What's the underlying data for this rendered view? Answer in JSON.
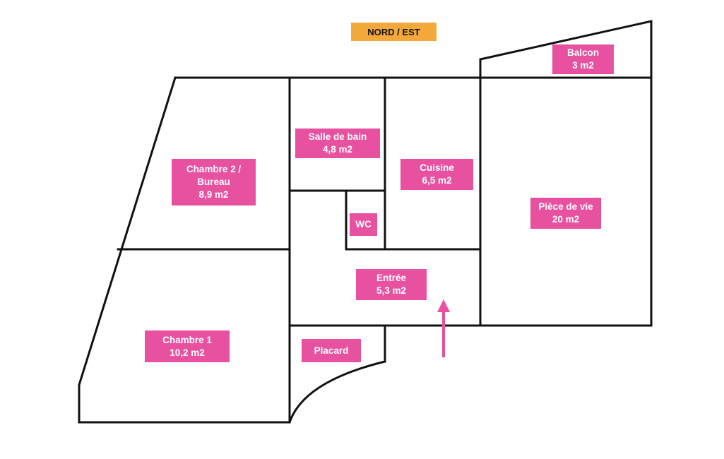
{
  "colors": {
    "label_bg": "#e8519f",
    "orientation_bg": "#f2a83b",
    "walls": "#111111",
    "entry_arrow": "#e8519f"
  },
  "orientation": {
    "text": "NORD / EST"
  },
  "rooms": {
    "balcon": {
      "name": "Balcon",
      "area": "3 m2"
    },
    "salle_de_bain": {
      "name": "Salle de bain",
      "area": "4,8 m2"
    },
    "chambre_2": {
      "name_line1": "Chambre 2 /",
      "name_line2": "Bureau",
      "area": "8,9 m2"
    },
    "cuisine": {
      "name": "Cuisine",
      "area": "6,5 m2"
    },
    "piece_de_vie": {
      "name": "Pièce de vie",
      "area": "20 m2"
    },
    "wc": {
      "name": "WC"
    },
    "entree": {
      "name": "Entrée",
      "area": "5,3 m2"
    },
    "chambre_1": {
      "name": "Chambre 1",
      "area": "10,2 m2"
    },
    "placard": {
      "name": "Placard"
    }
  },
  "icons": {
    "entry": "entry-arrow-icon"
  }
}
